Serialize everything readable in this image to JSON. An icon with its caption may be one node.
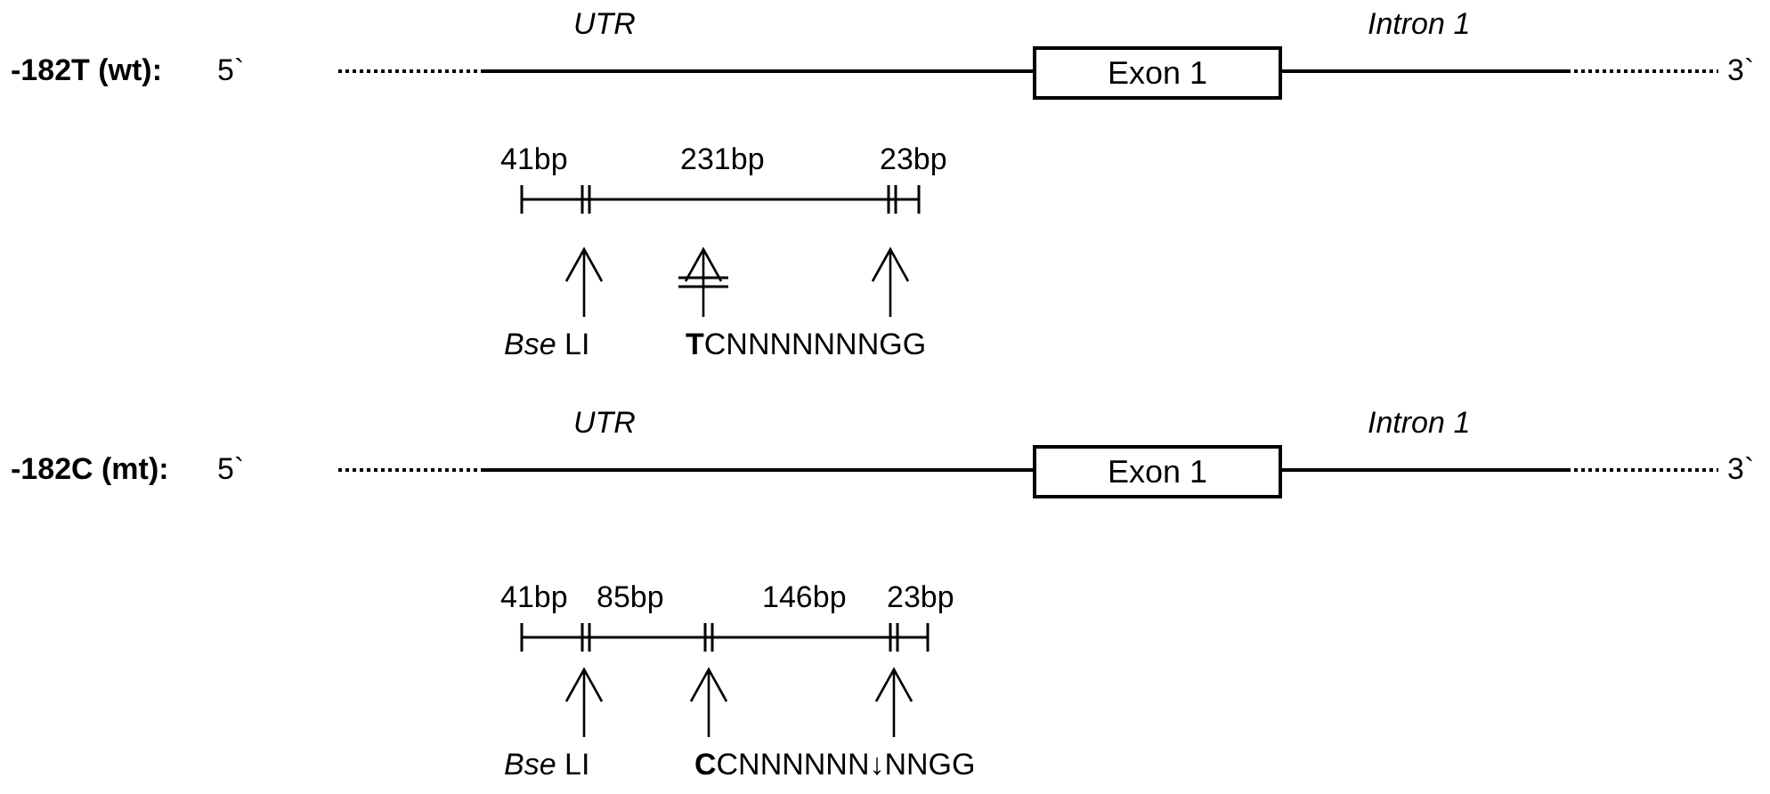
{
  "diagram": {
    "nodes": [
      {
        "text": [
          "Exon 1"
        ]
      },
      {
        "text": [
          "Exon 1"
        ]
      }
    ],
    "labels": [
      "-182T (wt):",
      "5`",
      "UTR",
      "Intron 1",
      "3`",
      "41bp",
      "231bp",
      "23bp",
      "*Bse* LI",
      "**T**CNNNNNNNGG",
      "-182C (mt):",
      "5`",
      "UTR",
      "Intron 1",
      "3`",
      "41bp",
      "85bp",
      "146bp",
      "23bp",
      "*Bse* LI",
      "**C**CNNNNNN↓NNGG"
    ]
  }
}
